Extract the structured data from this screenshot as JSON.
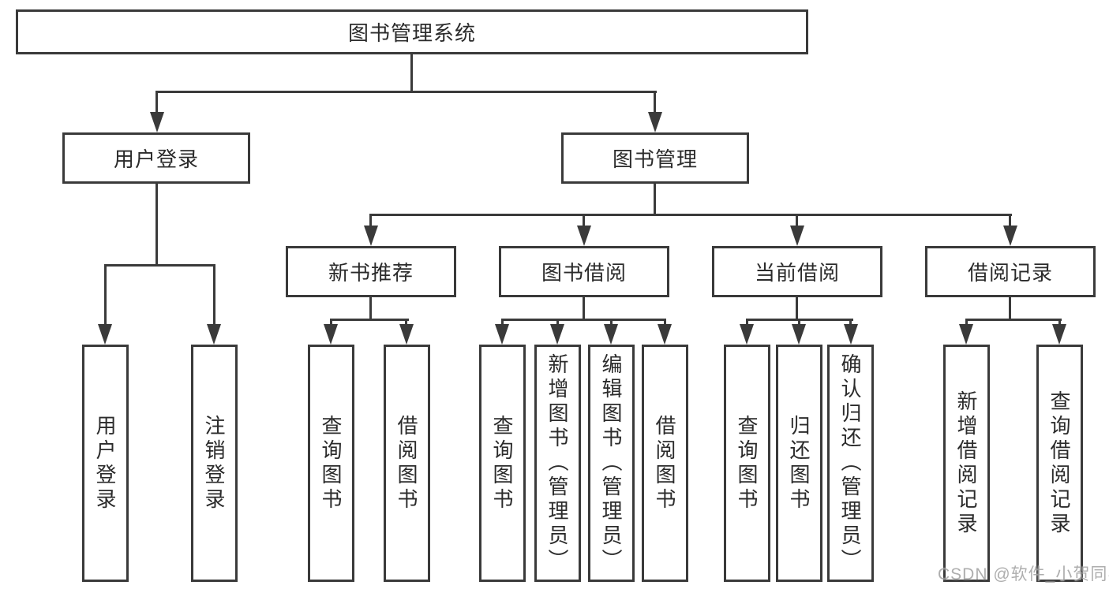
{
  "diagram": {
    "root": {
      "label": "图书管理系统"
    },
    "branches": [
      {
        "label": "用户登录",
        "children": [
          {
            "label": "用户登录"
          },
          {
            "label": "注销登录"
          }
        ]
      },
      {
        "label": "图书管理",
        "children": [
          {
            "label": "新书推荐",
            "children": [
              {
                "label": "查询图书"
              },
              {
                "label": "借阅图书"
              }
            ]
          },
          {
            "label": "图书借阅",
            "children": [
              {
                "label": "查询图书"
              },
              {
                "label": "新增图书（管理员）"
              },
              {
                "label": "编辑图书（管理员）"
              },
              {
                "label": "借阅图书"
              }
            ]
          },
          {
            "label": "当前借阅",
            "children": [
              {
                "label": "查询图书"
              },
              {
                "label": "归还图书"
              },
              {
                "label": "确认归还（管理员）"
              }
            ]
          },
          {
            "label": "借阅记录",
            "children": [
              {
                "label": "新增借阅记录"
              },
              {
                "label": "查询借阅记录"
              }
            ]
          }
        ]
      }
    ]
  },
  "watermark": {
    "text": "CSDN @软件_小贺同学"
  },
  "colors": {
    "line": "#3a3a3a",
    "text": "#2b2b2b",
    "box_background": "#ffffff",
    "page_background": "#ffffff",
    "watermark": "#a3a3a3"
  }
}
